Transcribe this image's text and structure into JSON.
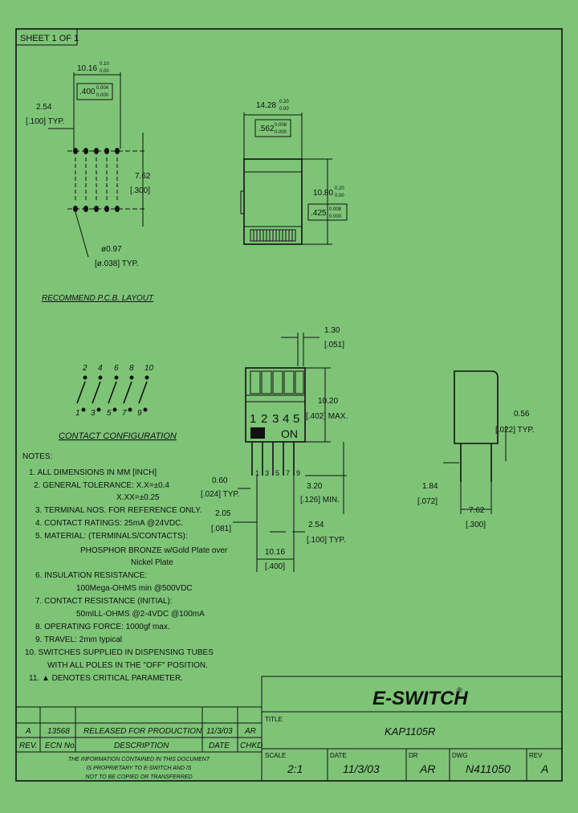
{
  "sheet_label": "SHEET 1 OF 1",
  "pcb": {
    "dim_a": "10.16",
    "dim_a_tol_top": "0.10",
    "dim_a_tol_bot": "0.00",
    "dim_b": ".400",
    "dim_b_tol_top": "0.004",
    "dim_b_tol_bot": "0.000",
    "pitch_mm": "2.54",
    "pitch_in": "[.100] TYP.",
    "row_mm": "7.62",
    "row_in": "[.300]",
    "hole_mm": "ø0.97",
    "hole_in": "[ø.038] TYP.",
    "caption": "RECOMMEND P.C.B. LAYOUT"
  },
  "top_view": {
    "width_mm": "14.28",
    "width_tol_top": "0.20",
    "width_tol_bot": "0.00",
    "width_in": ".562",
    "width_in_tol_top": "0.008",
    "width_in_tol_bot": "0.000",
    "depth_mm": "10.80",
    "depth_tol_top": "0.20",
    "depth_tol_bot": "0.00",
    "depth_in": ".425",
    "depth_in_tol_top": "0.008",
    "depth_in_tol_bot": "0.000"
  },
  "contacts": {
    "top_numbers": [
      "2",
      "4",
      "6",
      "8",
      "10"
    ],
    "bottom_numbers": [
      "1",
      "3",
      "5",
      "7",
      "9"
    ],
    "caption": "CONTACT CONFIGURATION"
  },
  "front_view": {
    "act_mm": "1.30",
    "act_in": "[.051]",
    "height_mm": "10.20",
    "height_in": "[.402] MAX.",
    "positions": [
      "1",
      "2",
      "3",
      "4",
      "5"
    ],
    "on_label": "ON",
    "pin_labels": [
      "1",
      "3",
      "5",
      "7",
      "9"
    ],
    "pin_w_mm": "0.60",
    "pin_w_in": "[.024] TYP.",
    "pin_len_mm": "3.20",
    "pin_len_in": "[.126] MIN.",
    "offset_mm": "2.05",
    "offset_in": "[.081]",
    "pitch_mm": "2.54",
    "pitch_in": "[.100] TYP.",
    "span_mm": "10.16",
    "span_in": "[.400]"
  },
  "side_view": {
    "thick_mm": "0.56",
    "thick_in": "[.022] TYP.",
    "standoff_mm": "1.84",
    "standoff_in": "[.072]",
    "row_mm": "7.62",
    "row_in": "[.300]"
  },
  "notes": {
    "header": "NOTES:",
    "lines": [
      "1. ALL DIMENSIONS IN MM [INCH]",
      "2. GENERAL TOLERANCE: X.X=±0.4",
      "X.XX=±0.25",
      "3. TERMINAL NOS. FOR REFERENCE ONLY.",
      "4. CONTACT RATINGS: 25mA @24VDC.",
      "5. MATERIAL: (TERMINALS/CONTACTS):",
      "PHOSPHOR BRONZE w/Gold Plate over",
      "Nickel Plate",
      "6. INSULATION RESISTANCE:",
      "100Mega-OHMS min @500VDC",
      "7. CONTACT RESISTANCE (INITIAL):",
      "50mILL-OHMS @2-4VDC @100mA",
      "8. OPERATING FORCE: 1000gf max.",
      "9. TRAVEL: 2mm typical",
      "10. SWITCHES SUPPLIED IN DISPENSING TUBES",
      "WITH ALL POLES IN THE \"OFF\" POSITION.",
      "11. ▲ DENOTES CRITICAL PARAMETER."
    ]
  },
  "revision": {
    "rev": "A",
    "ecn": "13568",
    "description": "RELEASED FOR PRODUCTION",
    "date": "11/3/03",
    "chkd": "AR",
    "headers": [
      "REV.",
      "ECN No.",
      "DESCRIPTION",
      "DATE",
      "CHKD"
    ],
    "disclaimer": [
      "THE INFORMATION CONTAINED IN THIS DOCUMENT",
      "IS PROPRIETARY TO E-SWITCH AND IS",
      "NOT TO BE COPIED OR TRANSFERRED"
    ]
  },
  "title_block": {
    "logo": "E-SWITCH",
    "logo_reg": "®",
    "title_label": "TITLE",
    "title": "KAP1105R",
    "scale_label": "SCALE",
    "scale": "2:1",
    "date_label": "DATE",
    "date": "11/3/03",
    "dr_label": "DR",
    "dr": "AR",
    "dwg_label": "DWG",
    "dwg": "N411050",
    "rev_label": "REV",
    "rev": "A"
  },
  "colors": {
    "background": "#7dc477",
    "ink": "#111111"
  }
}
